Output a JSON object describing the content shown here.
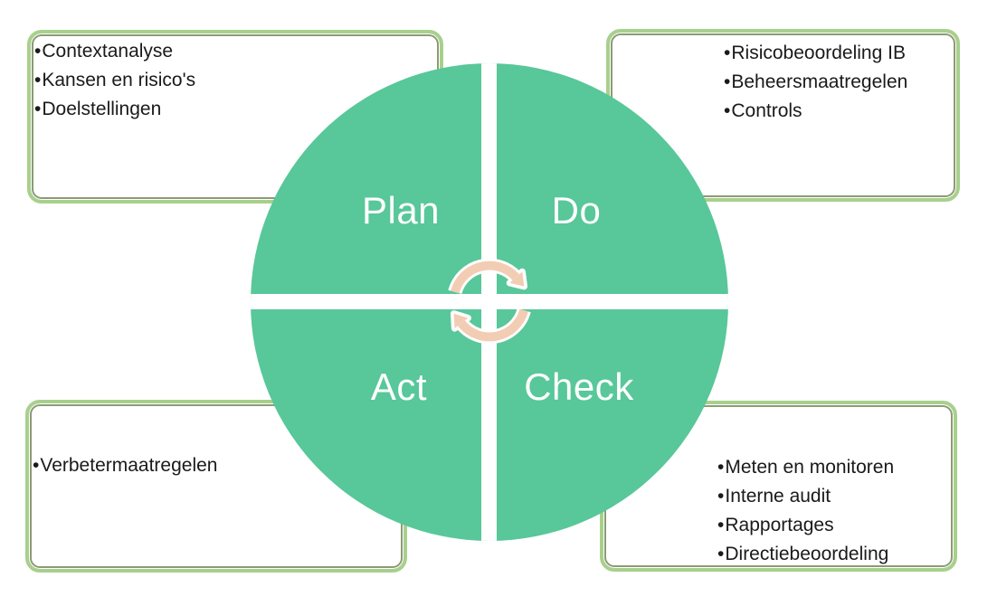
{
  "diagram": {
    "name": "pdca-cycle-diagram",
    "bullet_char": "•",
    "quadrants": {
      "plan": "Plan",
      "do": "Do",
      "act": "Act",
      "check": "Check"
    },
    "callouts": {
      "top_left": {
        "items": [
          "Contextanalyse",
          "Kansen en risico's",
          "Doelstellingen"
        ]
      },
      "top_right": {
        "items": [
          "Risicobeoordeling IB",
          "Beheersmaatregelen",
          "Controls"
        ]
      },
      "bottom_left": {
        "items": [
          "Verbetermaatregelen"
        ]
      },
      "bottom_right": {
        "items": [
          "Meten en monitoren",
          "Interne audit",
          "Rapportages",
          "Directiebeoordeling"
        ]
      }
    },
    "center_icon": "cycle-arrows",
    "colors": {
      "circle_green": "#58C79A",
      "box_border_green": "#A8D08D",
      "box_inner_line": "rgba(95,115,65,0.72)",
      "arrow_peach": "#F2CDB4",
      "label_text": "#FFFFFF",
      "body_text": "#1A1A1A",
      "background": "#FFFFFF"
    }
  }
}
